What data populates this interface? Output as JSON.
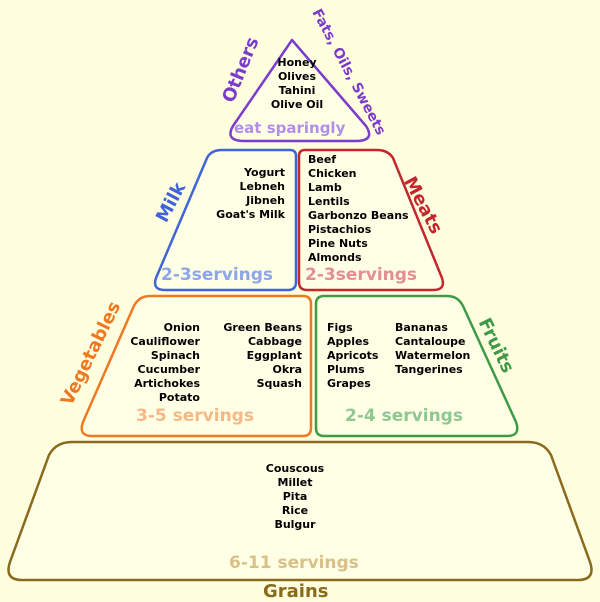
{
  "others": {
    "group_label": "Others",
    "subtitle": "Fats, Oils, Sweets",
    "items": [
      "Honey",
      "Olives",
      "Tahini",
      "Olive Oil"
    ],
    "servings": "eat sparingly",
    "color": "#7b3ccc",
    "servings_color": "#b18fe6"
  },
  "milk": {
    "group_label": "Milk",
    "items": [
      "Yogurt",
      "Lebneh",
      "Jibneh",
      "Goat's Milk"
    ],
    "servings": "2-3servings",
    "color": "#3f63d8",
    "servings_color": "#8da5ea"
  },
  "meats": {
    "group_label": "Meats",
    "items": [
      "Beef",
      "Chicken",
      "Lamb",
      "Lentils",
      "Garbonzo Beans",
      "Pistachios",
      "Pine Nuts",
      "Almonds"
    ],
    "servings": "2-3servings",
    "color": "#c4262e",
    "servings_color": "#e48d94"
  },
  "vegetables": {
    "group_label": "Vegetables",
    "items_col1": [
      "Onion",
      "Cauliflower",
      "Spinach",
      "Cucumber",
      "Artichokes",
      "Potato"
    ],
    "items_col2": [
      "Green Beans",
      "Cabbage",
      "Eggplant",
      "Okra",
      "Squash"
    ],
    "servings": "3-5 servings",
    "color": "#f07820",
    "servings_color": "#f5b887"
  },
  "fruits": {
    "group_label": "Fruits",
    "items_col1": [
      "Figs",
      "Apples",
      "Apricots",
      "Plums",
      "Grapes"
    ],
    "items_col2": [
      "Bananas",
      "Cantaloupe",
      "Watermelon",
      "Tangerines"
    ],
    "servings": "2-4 servings",
    "color": "#3e9a46",
    "servings_color": "#8fc792"
  },
  "grains": {
    "group_label": "Grains",
    "items": [
      "Couscous",
      "Millet",
      "Pita",
      "Rice",
      "Bulgur"
    ],
    "servings": "6-11 servings",
    "color": "#8a6a1c",
    "servings_color": "#d8c088"
  }
}
